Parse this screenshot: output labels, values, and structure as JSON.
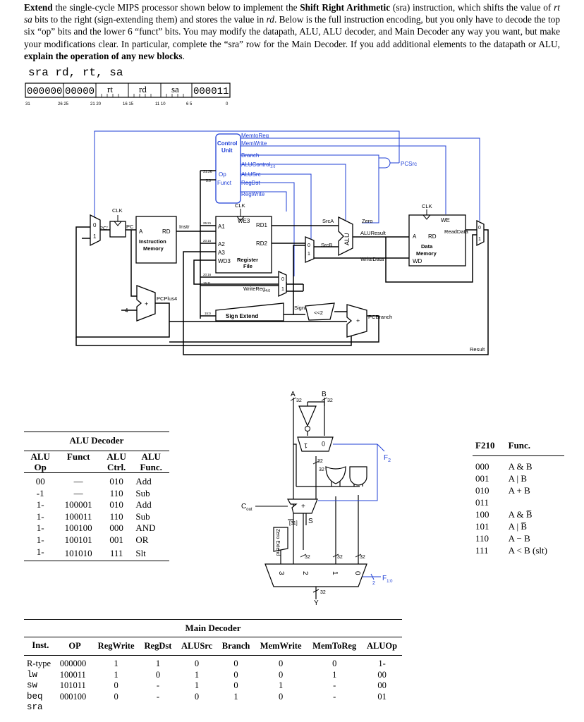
{
  "intro": {
    "lead": "Extend",
    "p1": " the single-cycle MIPS processor shown below to implement the ",
    "bold_name": "Shift Right Arithmetic",
    "p2": " (sra) instruction, which shifts the value of ",
    "rt_sa": "rt sa",
    "p3": " bits to the right (sign-extending them) and stores the value in ",
    "rd": "rd",
    "p4": ". Below is the full instruction encoding, but you only have to decode the top six “op” bits and the lower 6 “funct” bits. You may modify the datapath, ALU, ALU decoder, and Main Decoder any way you want, but make your modifications clear. In particular, complete the “sra” row for the Main Decoder. If you add additional elements to the datapath or ALU, ",
    "explain": "explain the operation of any new blocks",
    "end": "."
  },
  "syntax": "sra rd, rt, sa",
  "encoding": {
    "fields": [
      "000000",
      "00000",
      "rt",
      "rd",
      "sa",
      "000011"
    ],
    "bit_labels": [
      "31",
      "26 25",
      "21 20",
      "16 15",
      "11 10",
      "6 5",
      "0"
    ]
  },
  "datapath": {
    "control_unit": [
      "Control",
      "Unit"
    ],
    "control_inputs": [
      "Op",
      "Funct"
    ],
    "control_input_bits": [
      "31:26",
      "5:0"
    ],
    "control_outputs": [
      "MemtoReg",
      "MemWrite",
      "Branch",
      "ALUControl",
      "ALUSrc",
      "RegDst",
      "RegWrite"
    ],
    "aluctrl_sub": "2:0",
    "pcsrc": "PCSrc",
    "clk": "CLK",
    "pc": "PC",
    "pc_prime": "PC'",
    "imem": [
      "Instruction",
      "Memory"
    ],
    "imem_ports": [
      "A",
      "RD"
    ],
    "instr": "Instr",
    "regfile": [
      "Register",
      "File"
    ],
    "rf_ports": [
      "A1",
      "A2",
      "A3",
      "WD3",
      "RD1",
      "RD2",
      "WE3"
    ],
    "rf_bits": [
      "25:21",
      "20:16",
      "20:16",
      "15:11",
      "15:0"
    ],
    "srca": "SrcA",
    "srcb": "SrcB",
    "alu": "ALU",
    "zero": "Zero",
    "aluresult": "ALUResult",
    "writedata": "WriteData",
    "dmem": [
      "Data",
      "Memory"
    ],
    "dmem_ports": [
      "A",
      "RD",
      "WD",
      "WE"
    ],
    "readdata": "ReadData",
    "writereg": "WriteReg",
    "writereg_sub": "4:0",
    "signimm": "SignImm",
    "sign_extend": "Sign Extend",
    "shift": "<<2",
    "pcplus4": "PCPlus4",
    "four": "4",
    "pcbranch": "PCBranch",
    "result": "Result",
    "mux0": "0",
    "mux1": "1",
    "plus": "+"
  },
  "alu_circuit": {
    "a": "A",
    "b": "B",
    "w32": "32",
    "f2": "F",
    "f2_sub": "2",
    "cout": "C",
    "cout_sub": "out",
    "s": "S",
    "bit31": "[31]",
    "zero_extend": "Zero Extend",
    "mux_inputs": [
      "3",
      "2",
      "1",
      "0"
    ],
    "f10": "F",
    "f10_sub": "1:0",
    "two": "2",
    "y": "Y"
  },
  "alu_decoder": {
    "title": "ALU Decoder",
    "headers": [
      [
        "ALU",
        "Op"
      ],
      [
        "Funct",
        ""
      ],
      [
        "ALU",
        "Ctrl."
      ],
      [
        "ALU",
        "Func."
      ]
    ],
    "rows": [
      [
        "00",
        "—",
        "010",
        "Add"
      ],
      [
        "-1",
        "—",
        "110",
        "Sub"
      ],
      [
        "1-",
        "100001",
        "010",
        "Add"
      ],
      [
        "1-",
        "100011",
        "110",
        "Sub"
      ],
      [
        "1-",
        "100100",
        "000",
        "AND"
      ],
      [
        "1-",
        "100101",
        "001",
        "OR"
      ],
      [
        "1-",
        "101010",
        "111",
        "Slt"
      ]
    ]
  },
  "func_table": {
    "headers": [
      "F210",
      "Func."
    ],
    "rows": [
      [
        "000",
        "A & B"
      ],
      [
        "001",
        "A | B"
      ],
      [
        "010",
        "A + B"
      ],
      [
        "011",
        ""
      ],
      [
        "100",
        "A & B̅"
      ],
      [
        "101",
        "A | B̅"
      ],
      [
        "110",
        "A − B"
      ],
      [
        "111",
        "A < B (slt)"
      ]
    ]
  },
  "main_decoder": {
    "title": "Main Decoder",
    "headers": [
      "Inst.",
      "OP",
      "RegWrite",
      "RegDst",
      "ALUSrc",
      "Branch",
      "MemWrite",
      "MemToReg",
      "ALUOp"
    ],
    "rows": [
      [
        "R-type",
        "000000",
        "1",
        "1",
        "0",
        "0",
        "0",
        "0",
        "1-"
      ],
      [
        "lw",
        "100011",
        "1",
        "0",
        "1",
        "0",
        "0",
        "1",
        "00"
      ],
      [
        "sw",
        "101011",
        "0",
        "-",
        "1",
        "0",
        "1",
        "-",
        "00"
      ],
      [
        "beq",
        "000100",
        "0",
        "-",
        "0",
        "1",
        "0",
        "-",
        "01"
      ],
      [
        "sra",
        "",
        "",
        "",
        "",
        "",
        "",
        "",
        ""
      ]
    ]
  },
  "colors": {
    "wire": "#000000",
    "control": "#1f3fd6"
  }
}
